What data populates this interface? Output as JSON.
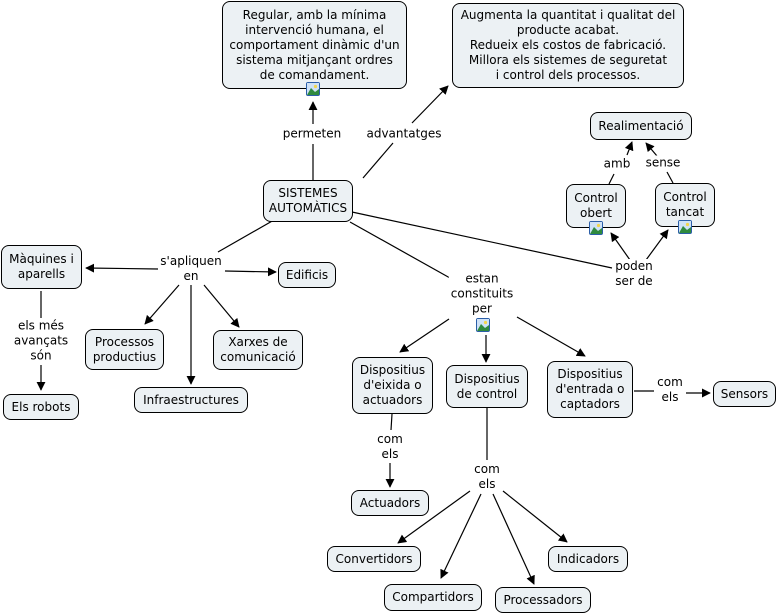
{
  "concepts": {
    "central": "SISTEMES\nAUTOMÀTICS",
    "definition": "Regular, amb la mínima\nintervenció humana, el\ncomportament dinàmic d'un\nsistema mitjançant ordres\nde comandament.",
    "advantages": "Augmenta la quantitat i qualitat del\nproducte acabat.\nRedueix els costos de fabricació.\nMillora els sistemes de seguretat\ni control dels processos.",
    "realimentacio": "Realimentació",
    "control_obert": "Control\nobert",
    "control_tancat": "Control\ntancat",
    "maquines": "Màquines i\naparells",
    "edificis": "Edificis",
    "processos": "Processos\nproductius",
    "xarxes": "Xarxes de\ncomunicació",
    "infraestructures": "Infraestructures",
    "robots": "Els robots",
    "disp_eixida": "Dispositius\nd'eixida o\nactuadors",
    "disp_control": "Dispositius\nde control",
    "disp_entrada": "Dispositius\nd'entrada o\ncaptadors",
    "sensors": "Sensors",
    "actuadors": "Actuadors",
    "convertidors": "Convertidors",
    "compartidors": "Compartidors",
    "processadors": "Processadors",
    "indicadors": "Indicadors"
  },
  "linking_phrases": {
    "permeten": "permeten",
    "advantatges": "advantatges",
    "amb": "amb",
    "sense": "sense",
    "poden_ser_de": "poden\nser de",
    "s_apliquen_en": "s'apliquen\nen",
    "els_mes_avancats": "els més\navançats\nsón",
    "estan_constituits": "estan\nconstituits\nper",
    "com_els_sensors": "com\nels",
    "com_els_actuadors": "com\nels",
    "com_els_control": "com\nels"
  },
  "icons": [
    "image-resource-icon",
    "image-resource-icon",
    "image-resource-icon",
    "image-resource-icon"
  ],
  "colors": {
    "node_fill": "#ecf1f4",
    "node_border": "#000000",
    "line": "#000000",
    "icon_border": "#2b5ea8"
  }
}
